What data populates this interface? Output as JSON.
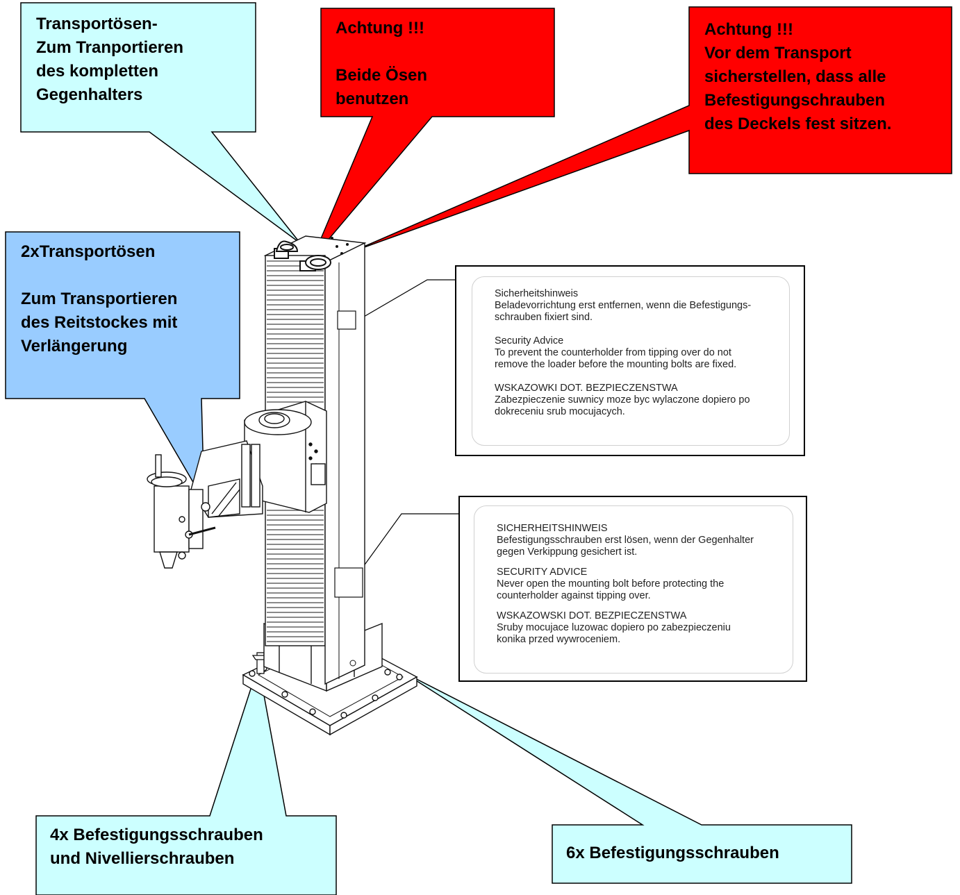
{
  "callouts": {
    "transport_eyes_top": "Transportösen-\nZum Tranportieren\ndes kompletten\nGegenhalters",
    "attention_eyes": "Achtung !!!\n\nBeide Ösen\nbenutzen",
    "attention_transport": "Achtung !!!\nVor dem Transport\nsicherstellen, dass alle\nBefestigungschrauben\ndes Deckels fest sitzen.",
    "transport_eyes_tailstock": "2xTransportösen\n\nZum Transportieren\ndes Reitstockes mit\nVerlängerung",
    "fastening_leveling": "4x Befestigungsschrauben\nund Nivellierschrauben",
    "fastening_six": "6x Befestigungsschrauben"
  },
  "label_upper": {
    "de_title": "Sicherheitshinweis",
    "de_text": "Beladevorrichtung erst entfernen, wenn die Befestigungs-\nschrauben fixiert sind.",
    "en_title": "Security Advice",
    "en_text": "To prevent the counterholder from tipping over do not\nremove the loader before the mounting bolts are fixed.",
    "pl_title": "WSKAZOWKI DOT. BEZPIECZENSTWA",
    "pl_text": "Zabezpieczenie suwnicy moze byc wylaczone dopiero po\ndokreceniu srub mocujacych."
  },
  "label_lower": {
    "de_title": "SICHERHEITSHINWEIS",
    "de_text": "Befestigungsschrauben erst lösen, wenn der Gegenhalter\ngegen Verkippung gesichert ist.",
    "en_title": "SECURITY ADVICE",
    "en_text": "Never open the mounting bolt before protecting the\ncounterholder against tipping over.",
    "pl_title": "WSKAZOWSKI DOT. BEZPIECZENSTWA",
    "pl_text": "Sruby mocujace luzowac dopiero po zabezpieczeniu\nkonika przed wywroceniem."
  },
  "colors": {
    "callout_cyan": "#ccffff",
    "callout_blue": "#99ccff",
    "callout_red": "#ff0000",
    "line": "#000000"
  }
}
